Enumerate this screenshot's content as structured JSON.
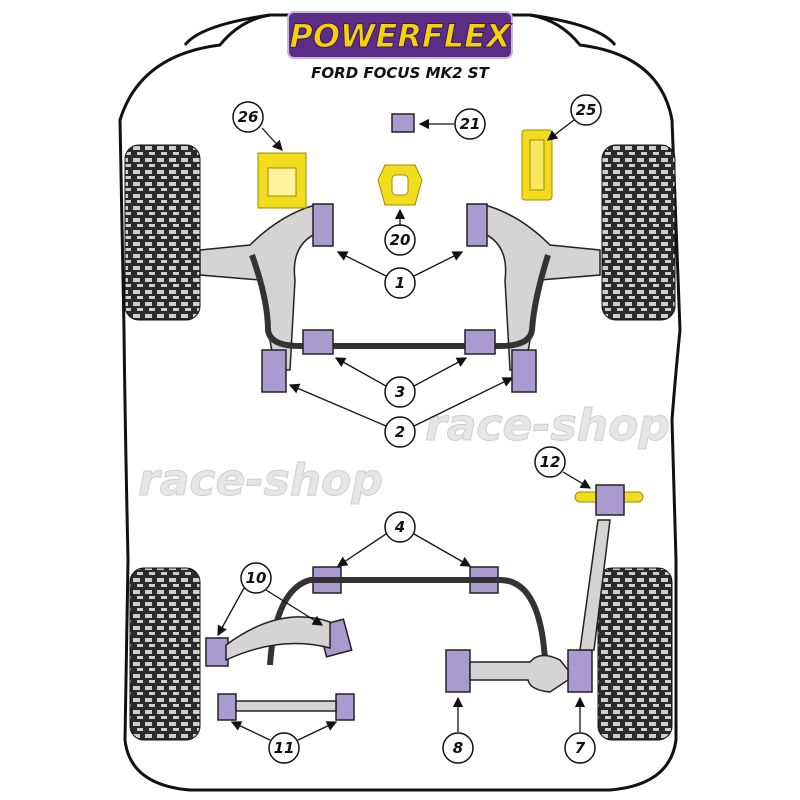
{
  "logo": {
    "brand": "POWERFLEX"
  },
  "title": "FORD FOCUS MK2 ST",
  "watermark": [
    "race-shop",
    "race-shop"
  ],
  "callouts": [
    "26",
    "21",
    "25",
    "20",
    "1",
    "3",
    "2",
    "12",
    "4",
    "10",
    "11",
    "8",
    "7"
  ],
  "colors": {
    "bush_purple": "#a99bd0",
    "bush_yellow": "#f2dc1e",
    "logo_purple": "#5b2d86",
    "logo_yellow": "#f5d10a"
  }
}
